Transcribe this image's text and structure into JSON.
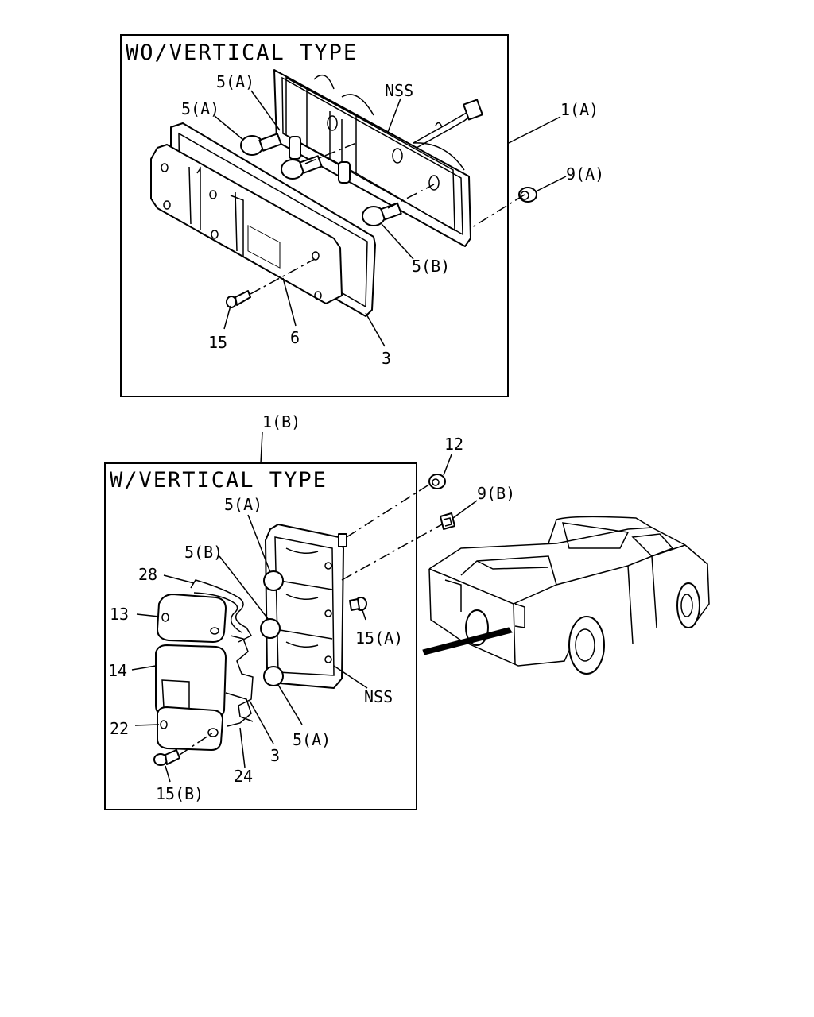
{
  "top_panel": {
    "title": "WO/VERTICAL TYPE",
    "labels": {
      "bulb_a_upper": "5(A)",
      "bulb_a_left": "5(A)",
      "nss": "NSS",
      "assembly": "1(A)",
      "nut": "9(A)",
      "bulb_b": "5(B)",
      "screw": "15",
      "lens": "6",
      "gasket": "3"
    }
  },
  "bottom_panel": {
    "title": "W/VERTICAL TYPE",
    "labels": {
      "assembly": "1(B)",
      "nut": "12",
      "clip": "9(B)",
      "bulb_a_upper": "5(A)",
      "bulb_b": "5(B)",
      "gasket_28": "28",
      "lens_13": "13",
      "screw_a": "15(A)",
      "lens_14": "14",
      "nss": "NSS",
      "lens_22": "22",
      "gasket_3": "3",
      "bulb_a_lower": "5(A)",
      "gasket_24": "24",
      "screw_b": "15(B)"
    }
  }
}
